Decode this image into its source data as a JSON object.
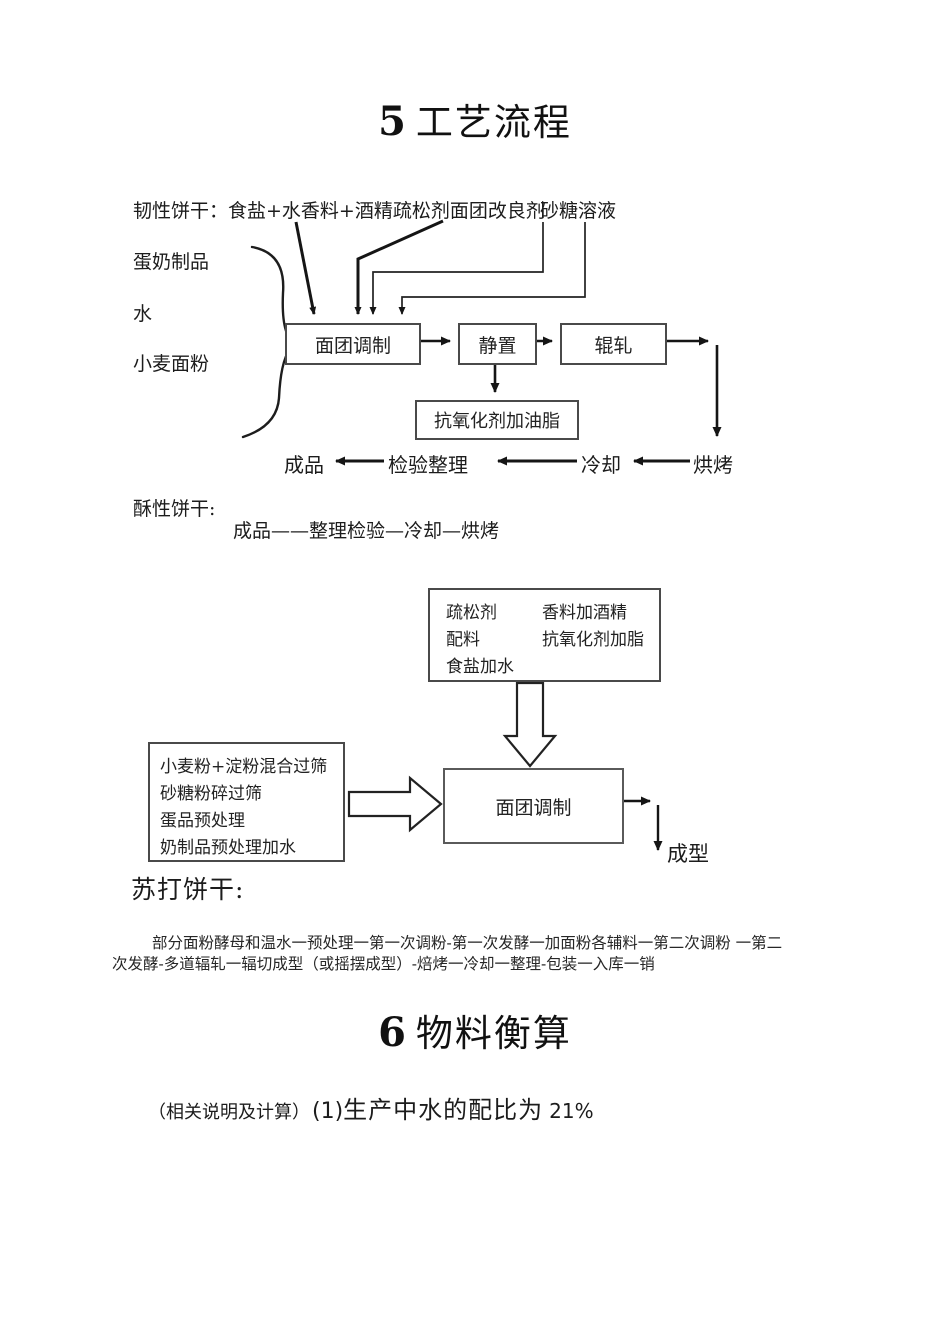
{
  "section5": {
    "number": "5",
    "title": "工艺流程"
  },
  "diagram1": {
    "type_label": "韧性饼干：",
    "ingredients": "食盐+水香料+酒精疏松剂面团改良剂",
    "syrup": "砂糖溶液",
    "left": [
      "蛋奶制品",
      "水",
      "小麦面粉"
    ],
    "boxes": {
      "mix": "面团调制",
      "rest": "静置",
      "roll": "辊轧",
      "antiox": "抗氧化剂加油脂"
    },
    "bottom": [
      "成品",
      "检验整理",
      "冷却",
      "烘烤"
    ]
  },
  "crisp": {
    "label": "酥性饼干:",
    "flow": "成品——整理检验—冷却—烘烤"
  },
  "diagram2": {
    "top_box": {
      "rows": [
        [
          "疏松剂",
          "香料加酒精"
        ],
        [
          "配料",
          "抗氧化剂加脂"
        ],
        [
          "食盐加水",
          ""
        ]
      ]
    },
    "left_box": [
      "小麦粉+淀粉混合过筛",
      "砂糖粉碎过筛",
      "蛋品预处理",
      "奶制品预处理加水"
    ],
    "mix_box": "面团调制",
    "output": "成型"
  },
  "soda": {
    "label": "苏打饼干:",
    "line1": "部分面粉酵母和温水一预处理一第一次调粉-第一次发酵一加面粉各辅料一第二次调粉 一第二",
    "line2": "次发酵-多道辐轧一辐切成型（或摇摆成型）-焙烤一冷却一整理-包装一入库一销"
  },
  "section6": {
    "number": "6",
    "title": "物料衡算"
  },
  "calc": {
    "note": "（相关说明及计算）",
    "item": "(1)",
    "text": "生产中水的配比为",
    "value": "21%"
  }
}
